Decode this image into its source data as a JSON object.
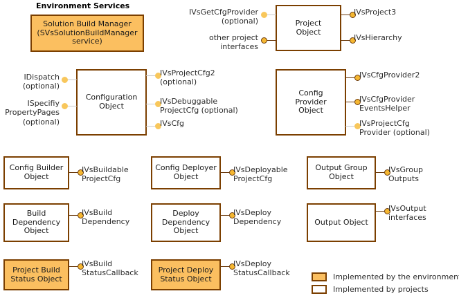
{
  "titles": {
    "environment_services": "Environment Services"
  },
  "colors": {
    "environment_fill": "#FBBF60",
    "project_fill": "#FFFFFF",
    "border": "#7B3F00",
    "lollipop_required": "#F5B731",
    "lollipop_optional": "#F8C75C",
    "stem_required": "#6B3A0D",
    "stem_optional": "#C9C9C9"
  },
  "boxes": [
    {
      "id": "solution-build-manager",
      "label": "Solution Build Manager\n(SVsSolutionBuildManager\nservice)",
      "fill": "environment"
    },
    {
      "id": "project-object",
      "label": "Project\nObject",
      "fill": "project"
    },
    {
      "id": "configuration-object",
      "label": "Configuration\nObject",
      "fill": "project"
    },
    {
      "id": "config-provider-object",
      "label": "Config\nProvider\nObject",
      "fill": "project"
    },
    {
      "id": "config-builder-object",
      "label": "Config Builder\nObject",
      "fill": "project"
    },
    {
      "id": "config-deployer-object",
      "label": "Config Deployer\nObject",
      "fill": "project"
    },
    {
      "id": "output-group-object",
      "label": "Output Group\nObject",
      "fill": "project"
    },
    {
      "id": "build-dependency-object",
      "label": "Build\nDependency\nObject",
      "fill": "project"
    },
    {
      "id": "deploy-dependency-object",
      "label": "Deploy\nDependency\nObject",
      "fill": "project"
    },
    {
      "id": "output-object",
      "label": "Output Object",
      "fill": "project"
    },
    {
      "id": "project-build-status-object",
      "label": "Project Build\nStatus Object",
      "fill": "environment"
    },
    {
      "id": "project-deploy-status-object",
      "label": "Project Deploy\nStatus Object",
      "fill": "environment"
    }
  ],
  "interfaces": [
    {
      "id": "ivsgetcfgprovider",
      "label": "IVsGetCfgProvider\n(optional)",
      "side": "left",
      "optional": true
    },
    {
      "id": "other-project-interfaces",
      "label": "other project\ninterfaces",
      "side": "left",
      "optional": false
    },
    {
      "id": "ivsproject3",
      "label": "IVsProject3",
      "side": "right",
      "optional": false
    },
    {
      "id": "ivshierarchy",
      "label": "IVsHierarchy",
      "side": "right",
      "optional": false
    },
    {
      "id": "idispatch",
      "label": "IDispatch\n(optional)",
      "side": "left",
      "optional": true
    },
    {
      "id": "ispecifiypropertypages",
      "label": "ISpecifiy\nPropertyPages\n(optional)",
      "side": "left",
      "optional": true
    },
    {
      "id": "ivsprojectcfg2",
      "label": "IVsProjectCfg2\n(optional)",
      "side": "right",
      "optional": true
    },
    {
      "id": "ivsdebuggableprojectcfg",
      "label": "IVsDebuggable\nProjectCfg (optional)",
      "side": "right",
      "optional": true
    },
    {
      "id": "ivscfg",
      "label": "IVsCfg",
      "side": "right",
      "optional": true
    },
    {
      "id": "ivscfgprovider2",
      "label": "IVsCfgProvider2",
      "side": "right",
      "optional": false
    },
    {
      "id": "ivscfgprovidereventshelper",
      "label": "IVsCfgProvider\nEventsHelper",
      "side": "right",
      "optional": false
    },
    {
      "id": "ivsprojectcfgprovider",
      "label": "IVsProjectCfg\nProvider (optional)",
      "side": "right",
      "optional": true
    },
    {
      "id": "ivsbuildableprojectcfg",
      "label": "IVsBuildable\nProjectCfg",
      "side": "right",
      "optional": false
    },
    {
      "id": "ivsdeployableprojectcfg",
      "label": "IVsDeployable\nProjectCfg",
      "side": "right",
      "optional": false
    },
    {
      "id": "ivsgroupoutputs",
      "label": "IVsGroup\nOutputs",
      "side": "right",
      "optional": false
    },
    {
      "id": "ivsbuilddependency",
      "label": "IVsBuild\nDependency",
      "side": "right",
      "optional": false
    },
    {
      "id": "ivsdeploydependency",
      "label": "IVsDeploy\nDependency",
      "side": "right",
      "optional": false
    },
    {
      "id": "ivsoutputinterfaces",
      "label": "IVsOutput\ninterfaces",
      "side": "right",
      "optional": false
    },
    {
      "id": "ivsbuildstatuscallback",
      "label": "IVsBuild\nStatusCallback",
      "side": "right",
      "optional": false
    },
    {
      "id": "ivsdeploystatuscallback",
      "label": "IVsDeploy\nStatusCallback",
      "side": "right",
      "optional": false
    }
  ],
  "legend": {
    "items": [
      {
        "id": "legend-environment",
        "label": "Implemented by the environment",
        "fill": "environment"
      },
      {
        "id": "legend-projects",
        "label": "Implemented by projects",
        "fill": "project"
      }
    ]
  }
}
